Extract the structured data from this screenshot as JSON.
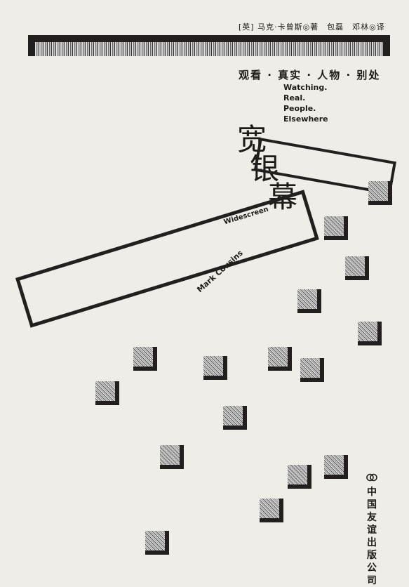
{
  "cover": {
    "authors_line": "[英] 马克·卡曾斯◎著　包磊　邓林◎译",
    "subtitle_cn": "观看 · 真实 · 人物 · 别处",
    "subtitle_en": "Watching.\nReal.\nPeople.\nElsewhere",
    "title_cn": [
      "宽",
      "银",
      "幕"
    ],
    "title_en": "Widescreen",
    "author_en": "Mark Cousins",
    "publisher": "中国友谊出版公司"
  },
  "colors": {
    "background": "#eeede8",
    "ink": "#231f1e"
  }
}
